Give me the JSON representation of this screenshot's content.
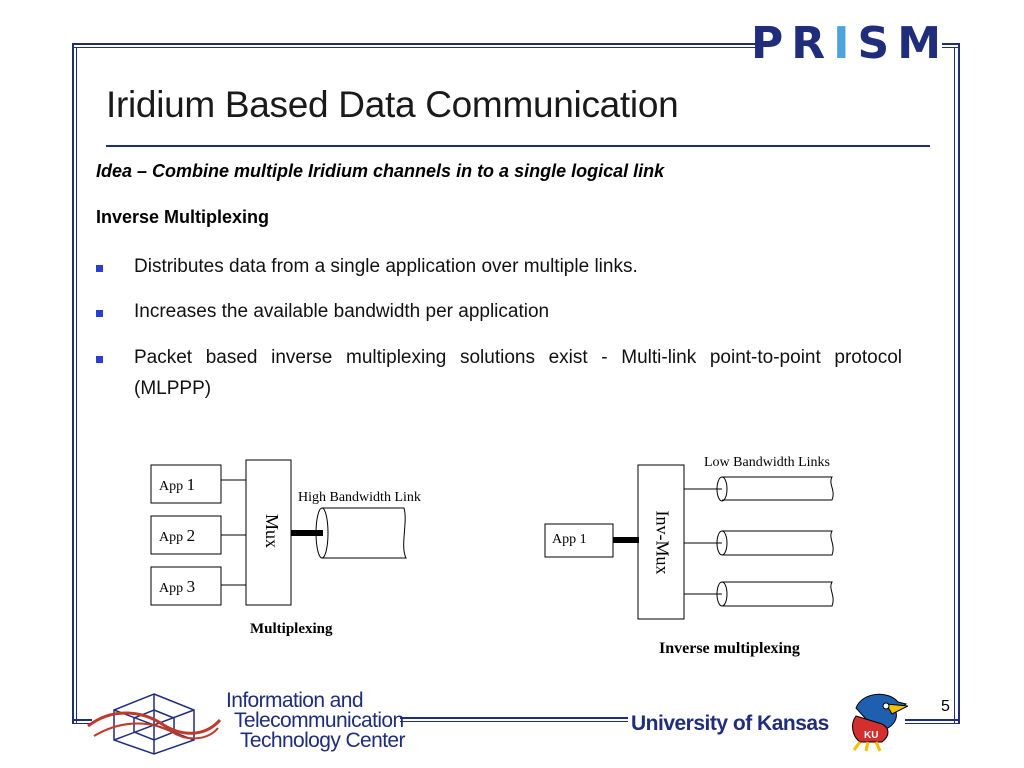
{
  "header": {
    "logo_text": "PRISM",
    "logo_letters": [
      "P",
      "R",
      "I",
      "S",
      "M"
    ]
  },
  "slide": {
    "title": "Iridium Based Data Communication",
    "idea": "Idea – Combine multiple Iridium channels in to a single logical link",
    "subheading": "Inverse Multiplexing",
    "bullets": [
      {
        "text": "Distributes data from a single application over multiple links."
      },
      {
        "text": "Increases the available bandwidth per application"
      },
      {
        "text": "Packet based inverse multiplexing solutions exist - Multi-link point-to-point protocol (MLPPP)"
      }
    ]
  },
  "diagrams": {
    "mux": {
      "apps": [
        {
          "prefix": "App",
          "num": "1"
        },
        {
          "prefix": "App",
          "num": "2"
        },
        {
          "prefix": "App",
          "num": "3"
        }
      ],
      "box_label": "Mux",
      "link_label": "High Bandwidth Link",
      "caption": "Multiplexing"
    },
    "invmux": {
      "app_label": "App 1",
      "box_label": "Inv-Mux",
      "links_label": "Low Bandwidth Links",
      "caption": "Inverse multiplexing"
    }
  },
  "footer": {
    "ittc_lines": [
      "Information and",
      "Telecommunication",
      "Technology Center"
    ],
    "university": "University of Kansas",
    "ku_badge": "KU",
    "page_number": "5"
  },
  "colors": {
    "frame": "#1f2d7a",
    "bullet": "#2a3fd1",
    "logo_accent": "#4fa3dd",
    "ittc_red": "#c0392b"
  }
}
